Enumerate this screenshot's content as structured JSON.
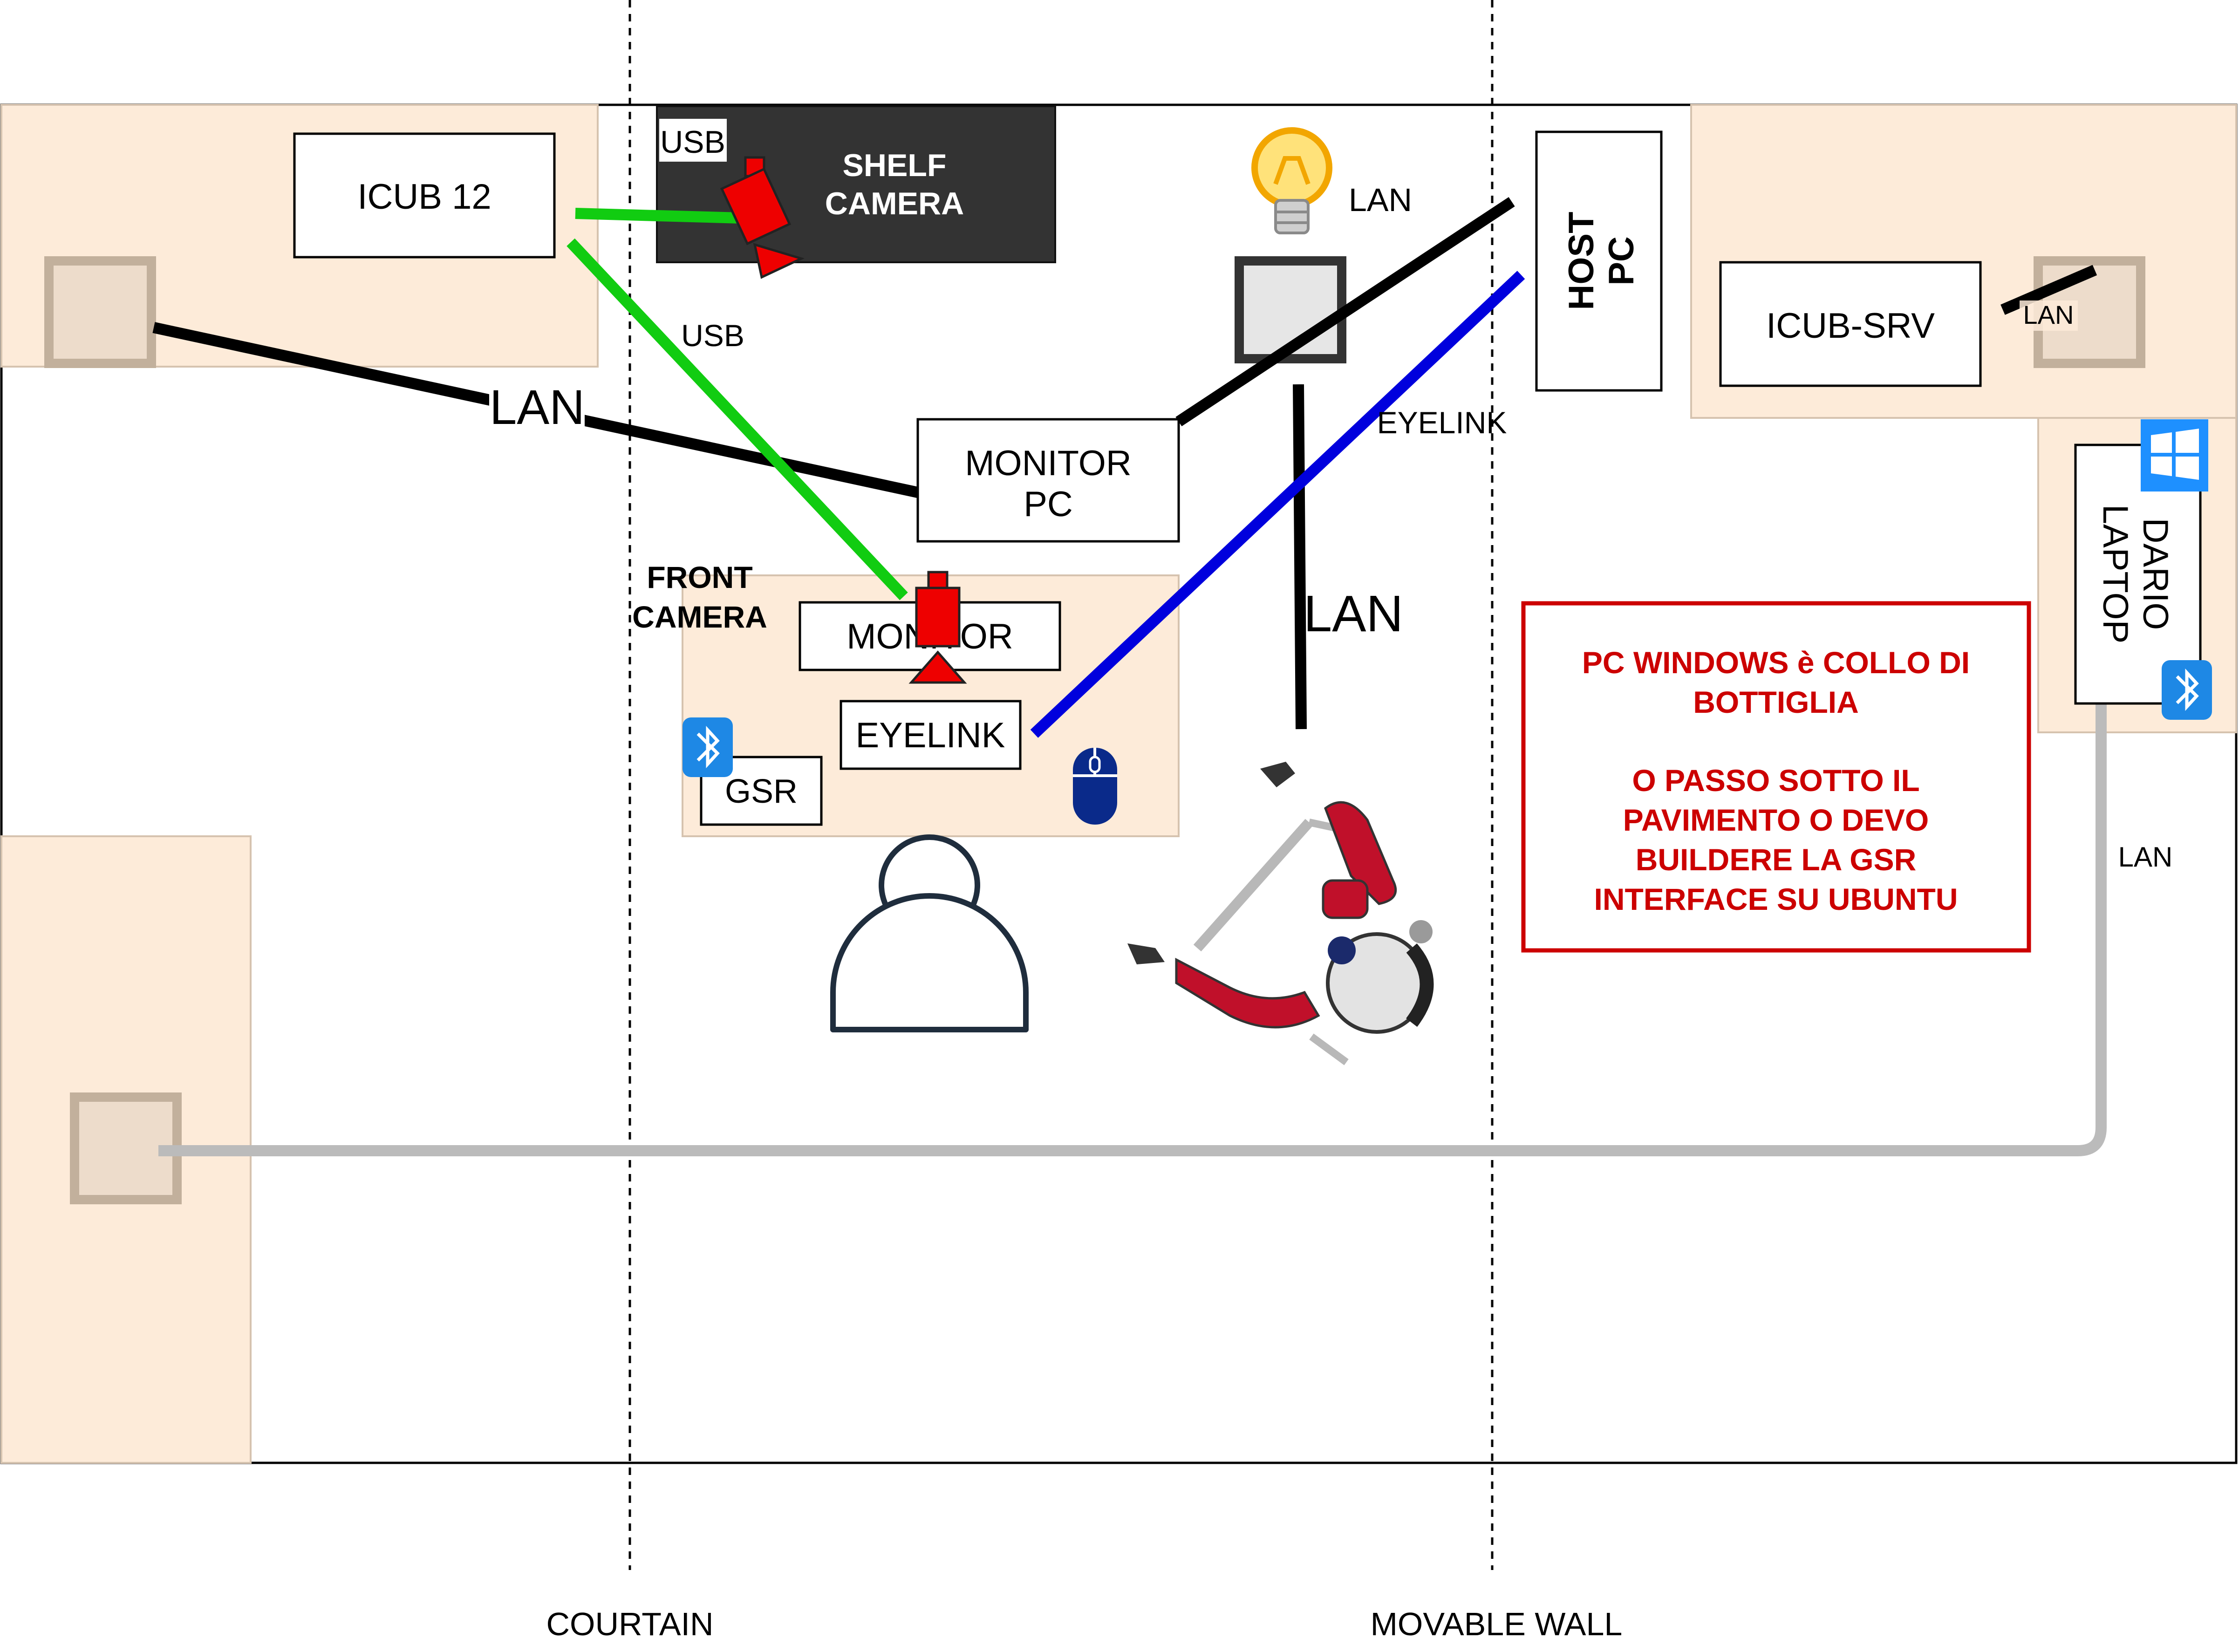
{
  "devices": {
    "icub12": "ICUB 12",
    "shelf_camera_line1": "SHELF",
    "shelf_camera_line2": "CAMERA",
    "monitor_pc_line1": "MONITOR",
    "monitor_pc_line2": "PC",
    "host_pc_line1": "HOST",
    "host_pc_line2": "PC",
    "icub_srv": "ICUB-SRV",
    "dario_laptop_line1": "DARIO",
    "dario_laptop_line2": "LAPTOP",
    "monitor": "MONITOR",
    "eyelink": "EYELINK",
    "gsr": "GSR",
    "front_camera_line1": "FRONT",
    "front_camera_line2": "CAMERA"
  },
  "connections": {
    "usb_shelf": "USB",
    "usb_front": "USB",
    "lan_icub12": "LAN",
    "lan_lamp": "LAN",
    "lan_robot": "LAN",
    "lan_srv": "LAN",
    "lan_laptop": "LAN",
    "eyelink_link": "EYELINK"
  },
  "note": {
    "line1": "PC WINDOWS è COLLO DI",
    "line2": "BOTTIGLIA",
    "line3": "O PASSO SOTTO IL",
    "line4": "PAVIMENTO O DEVO",
    "line5": "BUILDERE LA GSR",
    "line6": "INTERFACE SU UBUNTU"
  },
  "dividers": {
    "courtain": "COURTAIN",
    "movable_wall": "MOVABLE WALL"
  },
  "colors": {
    "desk": "#fdebd9",
    "desk_border": "#cdbcaa",
    "usb": "#11cc11",
    "eyelink": "#0000dd",
    "lan": "#000000",
    "lan_grey": "#bbbbbb",
    "note": "#cc0000",
    "camera": "#ee0000",
    "bluetooth": "#1e88e5",
    "windows": "#1e90ff"
  },
  "icons": [
    "light-bulb-icon",
    "camera-icon",
    "bluetooth-icon",
    "windows-icon",
    "mouse-icon",
    "person-icon",
    "robot-icon"
  ]
}
